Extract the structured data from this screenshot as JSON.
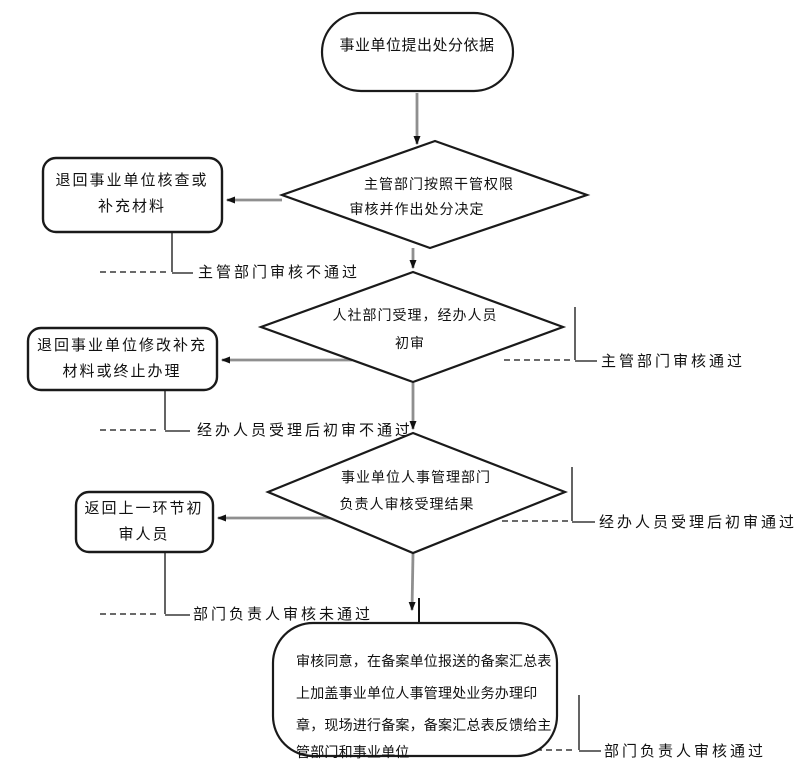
{
  "colors": {
    "background": "#ffffff",
    "shape_stroke": "#1a1a1a",
    "connector_gray": "#8f8f8f",
    "arrowhead": "#111111",
    "text": "#111111"
  },
  "nodes": {
    "start": {
      "shape": "terminator",
      "lines": [
        "事业单位提出处分依据"
      ]
    },
    "decision1": {
      "shape": "decision",
      "lines": [
        "主管部门按照干管权限",
        "审核并作出处分决定"
      ]
    },
    "return1": {
      "shape": "process",
      "lines": [
        "退回事业单位核查或",
        "补充材料"
      ]
    },
    "decision2": {
      "shape": "decision",
      "lines": [
        "人社部门受理，经办人员",
        "初审"
      ]
    },
    "return2": {
      "shape": "process",
      "lines": [
        "退回事业单位修改补充",
        "材料或终止办理"
      ]
    },
    "decision3": {
      "shape": "decision",
      "lines": [
        "事业单位人事管理部门",
        "负责人审核受理结果"
      ]
    },
    "return3": {
      "shape": "process",
      "lines": [
        "返回上一环节初",
        "审人员"
      ]
    },
    "end": {
      "shape": "terminator",
      "lines": [
        "审核同意，在备案单位报送的备案汇总表",
        "上加盖事业单位人事管理处业务办理印",
        "章，现场进行备案，备案汇总表反馈给主",
        "管部门和事业单位"
      ]
    }
  },
  "edge_labels": {
    "supervisor_fail": "主管部门审核不通过",
    "supervisor_pass": "主管部门审核通过",
    "clerk_fail": "经办人员受理后初审不通过",
    "clerk_pass": "经办人员受理后初审通过",
    "manager_fail": "部门负责人审核未通过",
    "manager_pass": "部门负责人审核通过"
  }
}
